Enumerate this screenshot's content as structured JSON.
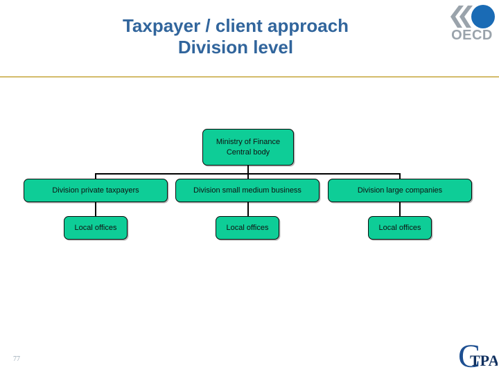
{
  "slide": {
    "page_number": "77",
    "title_line1": "Taxpayer / client approach",
    "title_line2": "Division level",
    "title_color": "#31659C",
    "rule_color": "#c9ad4e",
    "background": "#ffffff"
  },
  "logos": {
    "oecd": {
      "name": "oecd-logo",
      "wordmark": "OECD",
      "circle_color": "#1a6bb5",
      "chevron_color": "#9aa3ab",
      "text_color": "#9aa3ab"
    },
    "ctpa": {
      "name": "ctpa-logo",
      "letter_c": "C",
      "wordmark": "TPA",
      "c_color": "#1d4f91",
      "text_color": "#10305f"
    }
  },
  "chart_data": {
    "type": "diagram",
    "diagram_kind": "organization-chart",
    "title": "Taxpayer / client approach — Division level",
    "node_fill": "#0ECD97",
    "node_border": "#0a0a0a",
    "connector_color": "#000000",
    "nodes": [
      {
        "id": "root",
        "label": "Ministry of Finance\nCentral body",
        "level": 0
      },
      {
        "id": "div-1",
        "label": "Division private taxpayers",
        "level": 1,
        "parent": "root"
      },
      {
        "id": "div-2",
        "label": "Division  small medium business",
        "level": 1,
        "parent": "root"
      },
      {
        "id": "div-3",
        "label": "Division large companies",
        "level": 1,
        "parent": "root"
      },
      {
        "id": "loc-1",
        "label": "Local offices",
        "level": 2,
        "parent": "div-1"
      },
      {
        "id": "loc-2",
        "label": "Local offices",
        "level": 2,
        "parent": "div-2"
      },
      {
        "id": "loc-3",
        "label": "Local offices",
        "level": 2,
        "parent": "div-3"
      }
    ],
    "edges": [
      {
        "from": "root",
        "to": "div-1"
      },
      {
        "from": "root",
        "to": "div-2"
      },
      {
        "from": "root",
        "to": "div-3"
      },
      {
        "from": "div-1",
        "to": "loc-1"
      },
      {
        "from": "div-2",
        "to": "loc-2"
      },
      {
        "from": "div-3",
        "to": "loc-3"
      }
    ]
  }
}
